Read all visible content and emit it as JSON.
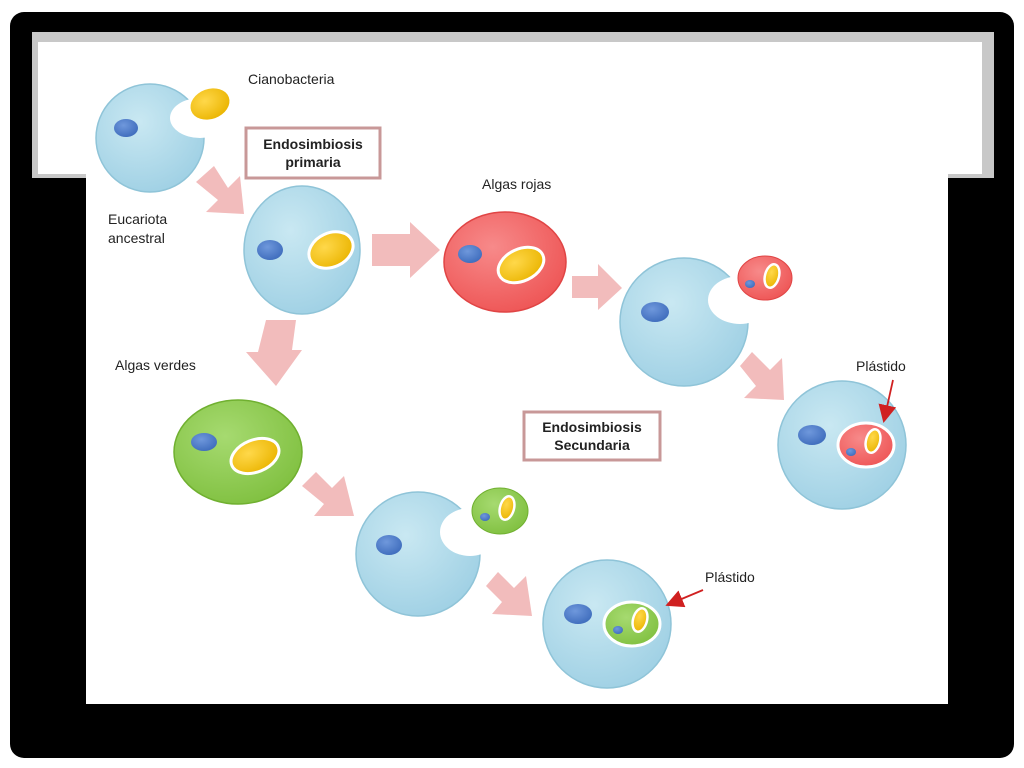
{
  "labels": {
    "cyanobacteria": "Cianobacteria",
    "ancestral_line1": "Eucariota",
    "ancestral_line2": "ancestral",
    "red_algae": "Algas rojas",
    "green_algae": "Algas verdes",
    "plastid_red": "Plástido",
    "plastid_green": "Plástido"
  },
  "boxes": {
    "primary_line1": "Endosimbiosis",
    "primary_line2": "primaria",
    "secondary_line1": "Endosimbiosis",
    "secondary_line2": "Secundaria"
  },
  "colors": {
    "frame": "#000000",
    "host_cell": "#a8d8e8",
    "nucleus": "#4a78c8",
    "cyanobacterium": "#f2c200",
    "red_alga": "#f06060",
    "green_alga": "#8cc850",
    "arrow": "#f0b8b8",
    "box_border": "#c89898",
    "pointer": "#d02020"
  }
}
